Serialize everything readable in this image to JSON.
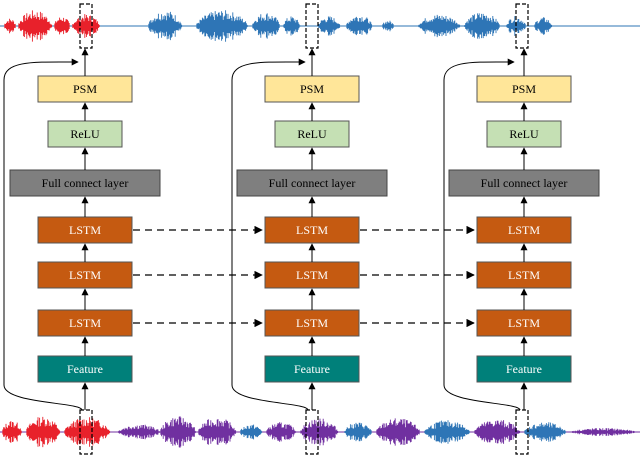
{
  "columns": [
    {
      "id": "col-1",
      "psm": "PSM",
      "relu": "ReLU",
      "fc": "Full connect layer",
      "lstm_top": "LSTM",
      "lstm_mid": "LSTM",
      "lstm_bottom": "LSTM",
      "feature": "Feature"
    },
    {
      "id": "col-2",
      "psm": "PSM",
      "relu": "ReLU",
      "fc": "Full connect layer",
      "lstm_top": "LSTM",
      "lstm_mid": "LSTM",
      "lstm_bottom": "LSTM",
      "feature": "Feature"
    },
    {
      "id": "col-3",
      "psm": "PSM",
      "relu": "ReLU",
      "fc": "Full connect layer",
      "lstm_top": "LSTM",
      "lstm_mid": "LSTM",
      "lstm_bottom": "LSTM",
      "feature": "Feature"
    }
  ],
  "colors": {
    "psm": "#ffe699",
    "relu": "#c5e0b4",
    "fc": "#7f7f7f",
    "lstm": "#c55a11",
    "feature": "#00807a",
    "wave_red": "#e8212b",
    "wave_blue": "#2e75b6",
    "wave_purple": "#7030a0"
  }
}
